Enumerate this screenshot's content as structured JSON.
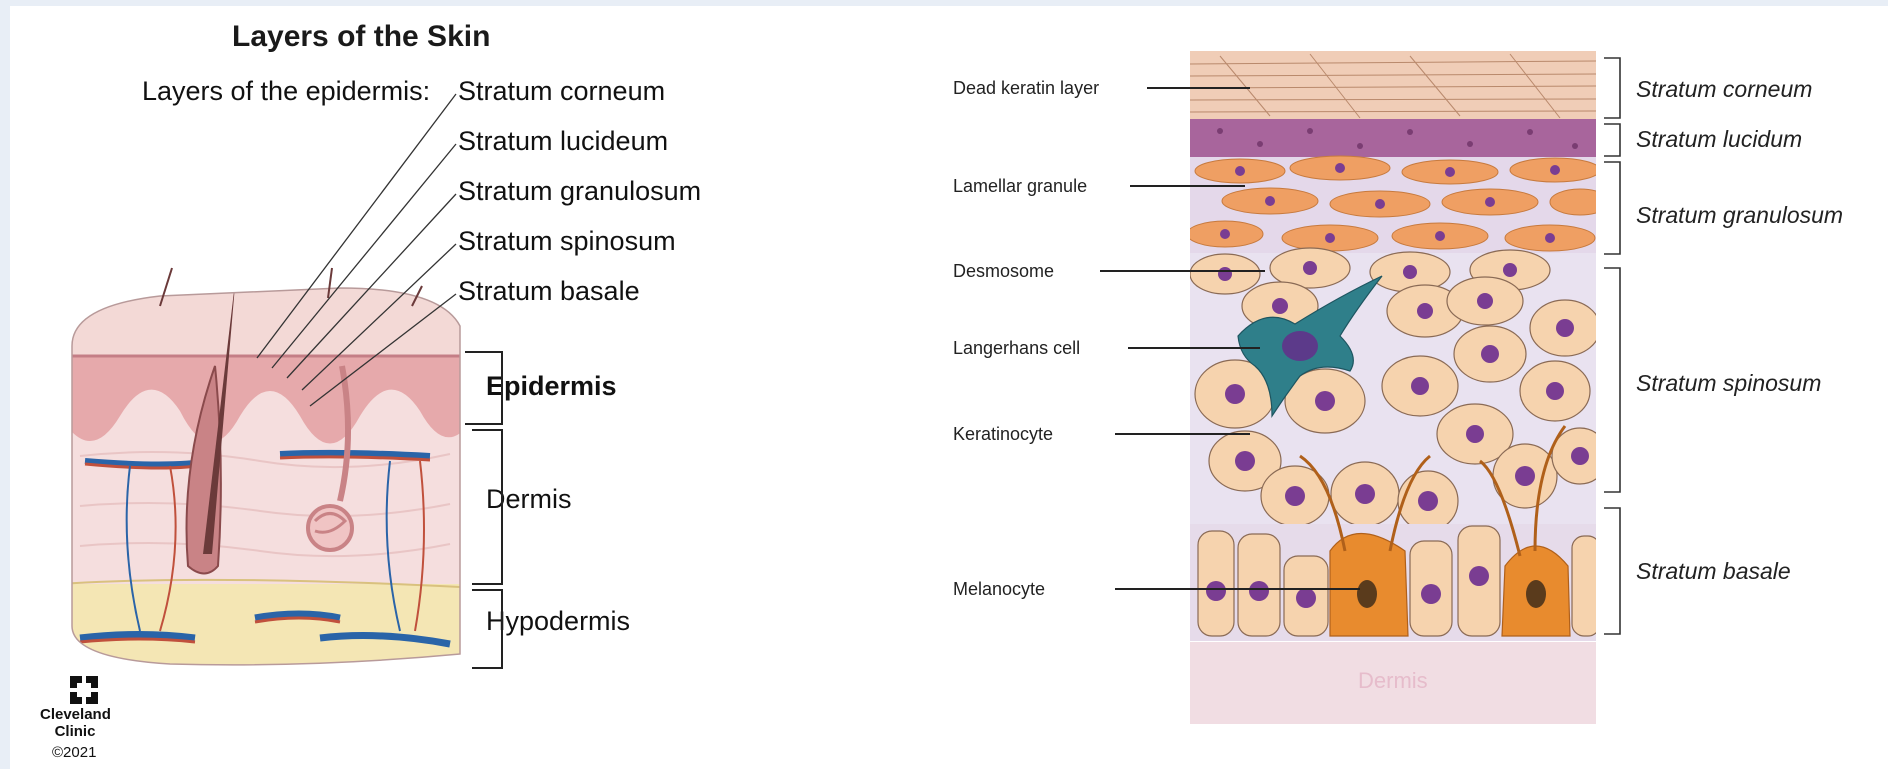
{
  "left": {
    "title": "Layers of the Skin",
    "epidermis_heading": "Layers of the epidermis:",
    "epidermis_layers": [
      "Stratum corneum",
      "Stratum lucideum",
      "Stratum granulosum",
      "Stratum spinosum",
      "Stratum basale"
    ],
    "main_layers": [
      "Epidermis",
      "Dermis",
      "Hypodermis"
    ],
    "logo_line1": "Cleveland",
    "logo_line2": "Clinic",
    "copyright": "©2021"
  },
  "right": {
    "cell_labels": [
      "Dead keratin layer",
      "Lamellar granule",
      "Desmosome",
      "Langerhans cell",
      "Keratinocyte",
      "Melanocyte"
    ],
    "strata": [
      "Stratum corneum",
      "Stratum lucidum",
      "Stratum granulosum",
      "Stratum spinosum",
      "Stratum basale"
    ],
    "bottom_label": "Dermis"
  },
  "colors": {
    "skin_surface": "#f3d9d6",
    "epidermis": "#e6a9ab",
    "dermis": "#f5dede",
    "hypodermis": "#f4e6b4",
    "vessel_blue": "#2a64a8",
    "vessel_red": "#c0503c",
    "keratinocyte": "#f6d3ae",
    "nucleus": "#7a3d92",
    "melanocyte": "#e88b2e",
    "langerhans": "#2f7f8a",
    "granular": "#ef9f63",
    "lucidum": "#a8659c",
    "dermis_pink": "#f1dde3"
  }
}
